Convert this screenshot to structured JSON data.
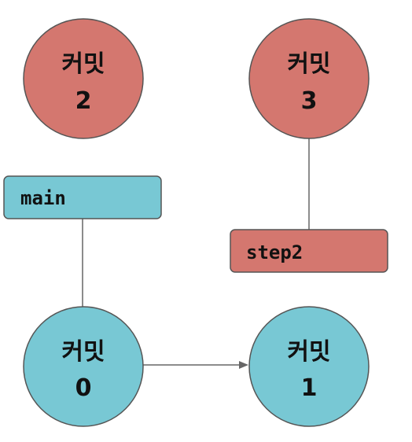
{
  "colors": {
    "commit_main": "#78c8d4",
    "commit_step2": "#d4776f",
    "stroke": "#555555",
    "edge": "#666666"
  },
  "commits": [
    {
      "id": "c2",
      "title": "커밋",
      "number": "2",
      "branch": "step2"
    },
    {
      "id": "c3",
      "title": "커밋",
      "number": "3",
      "branch": "step2"
    },
    {
      "id": "c0",
      "title": "커밋",
      "number": "0",
      "branch": "main"
    },
    {
      "id": "c1",
      "title": "커밋",
      "number": "1",
      "branch": "main"
    }
  ],
  "branches": [
    {
      "id": "main",
      "label": "main"
    },
    {
      "id": "step2",
      "label": "step2"
    }
  ]
}
